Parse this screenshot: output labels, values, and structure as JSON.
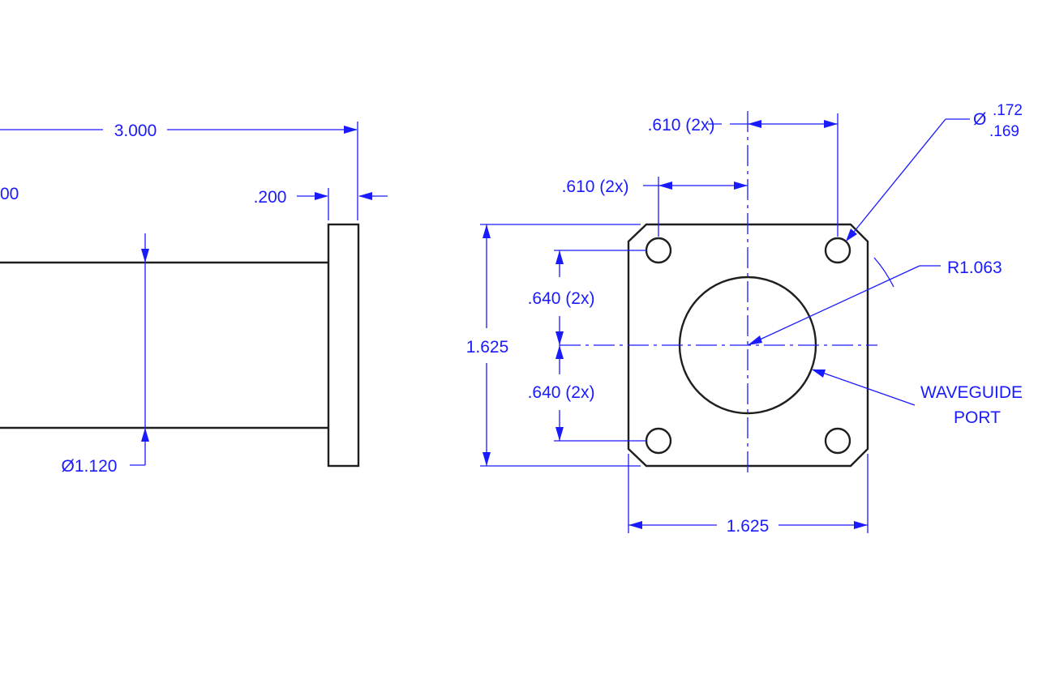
{
  "side_view": {
    "overall_length": "3.000",
    "cutoff_dim": "00",
    "flange_thickness": ".200",
    "body_diameter": "Ø1.120"
  },
  "end_view": {
    "hole_spacing_top": ".610 (2x)",
    "hole_spacing_left": ".610 (2x)",
    "hole_diameter_symbol": "Ø",
    "hole_diameter_upper": ".172",
    "hole_diameter_lower": ".169",
    "vertical_spacing_upper": ".640 (2x)",
    "vertical_spacing_lower": ".640 (2x)",
    "flange_height": "1.625",
    "flange_width": "1.625",
    "corner_radius": "R1.063",
    "port_label_line1": "WAVEGUIDE",
    "port_label_line2": "PORT"
  }
}
